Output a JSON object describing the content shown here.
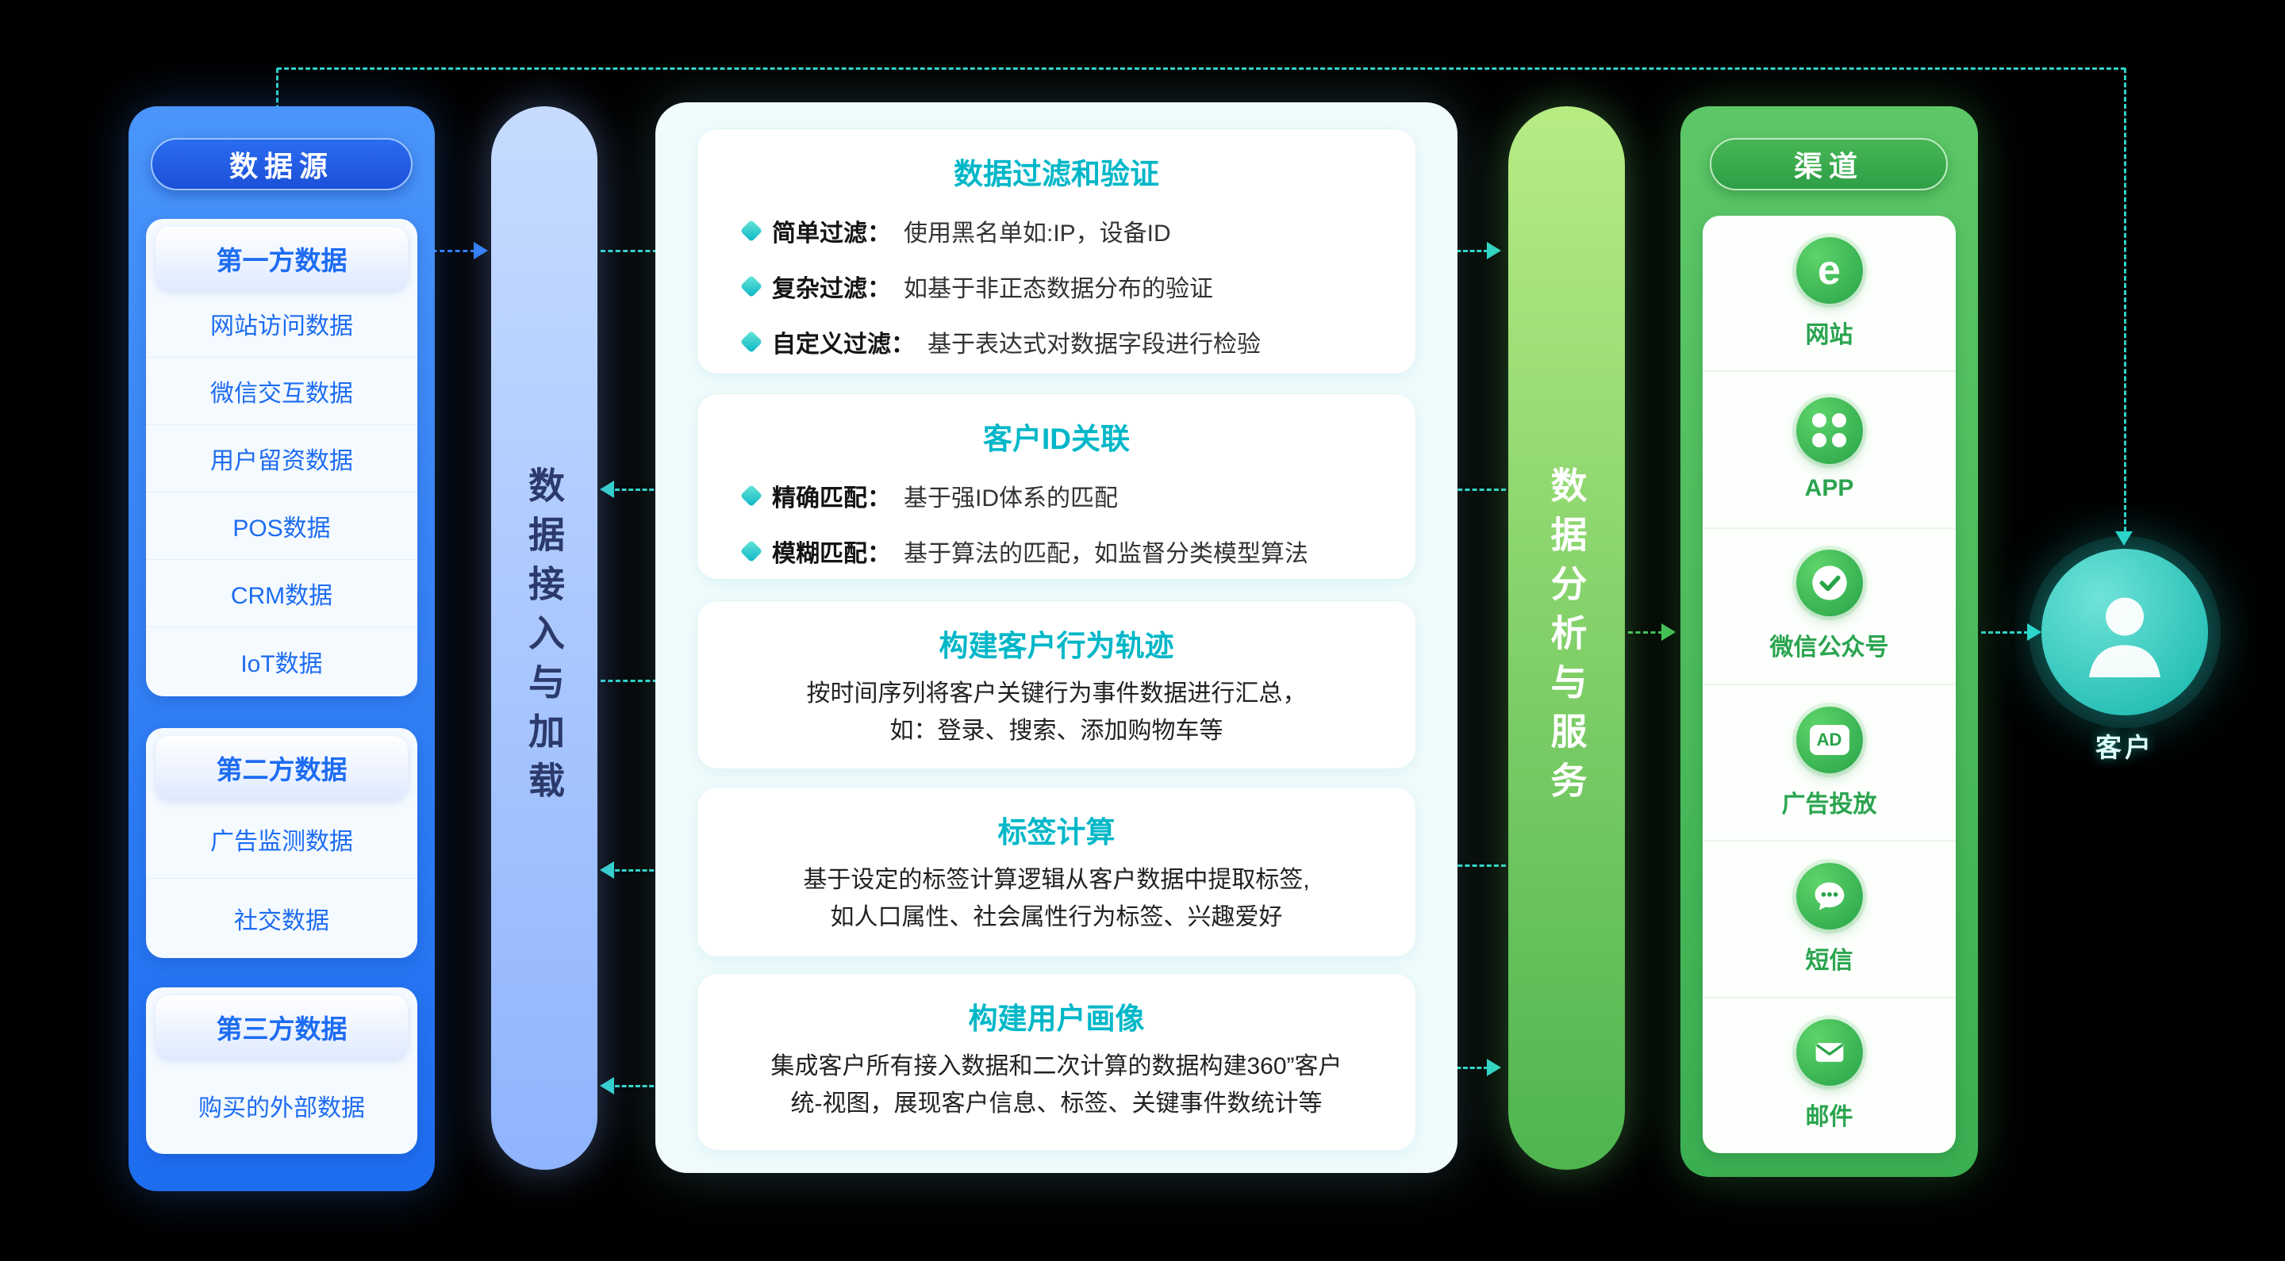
{
  "colors": {
    "blue": "#1e6df0",
    "teal": "#2ed3c8",
    "green": "#3cae52"
  },
  "data_sources": {
    "title": "数据源",
    "groups": [
      {
        "title": "第一方数据",
        "items": [
          "网站访问数据",
          "微信交互数据",
          "用户留资数据",
          "POS数据",
          "CRM数据",
          "IoT数据"
        ]
      },
      {
        "title": "第二方数据",
        "items": [
          "广告监测数据",
          "社交数据"
        ]
      },
      {
        "title": "第三方数据",
        "items": [
          "购买的外部数据"
        ]
      }
    ]
  },
  "ingest_bar": {
    "label": "数据接入与加载"
  },
  "processing": {
    "cards": [
      {
        "title": "数据过滤和验证",
        "bullets": [
          {
            "label": "简单过滤：",
            "text": "使用黑名单如:IP，设备ID"
          },
          {
            "label": "复杂过滤：",
            "text": "如基于非正态数据分布的验证"
          },
          {
            "label": "自定义过滤：",
            "text": "基于表达式对数据字段进行检验"
          }
        ]
      },
      {
        "title": "客户ID关联",
        "bullets": [
          {
            "label": "精确匹配：",
            "text": "基于强ID体系的匹配"
          },
          {
            "label": "模糊匹配：",
            "text": "基于算法的匹配，如监督分类模型算法"
          }
        ]
      },
      {
        "title": "构建客户行为轨迹",
        "lines": [
          "按时间序列将客户关键行为事件数据进行汇总，",
          "如：登录、搜索、添加购物车等"
        ]
      },
      {
        "title": "标签计算",
        "lines": [
          "基于设定的标签计算逻辑从客户数据中提取标签,",
          "如人口属性、社会属性行为标签、兴趣爱好"
        ]
      },
      {
        "title": "构建用户画像",
        "lines": [
          "集成客户所有接入数据和二次计算的数据构建360”客户",
          "统-视图，展现客户信息、标签、关键事件数统计等"
        ]
      }
    ]
  },
  "analysis_bar": {
    "label": "数据分析与服务"
  },
  "channels": {
    "title": "渠道",
    "items": [
      {
        "label": "网站",
        "icon": "browser-e-icon"
      },
      {
        "label": "APP",
        "icon": "app-grid-icon"
      },
      {
        "label": "微信公众号",
        "icon": "wechat-official-badge-icon"
      },
      {
        "label": "广告投放",
        "icon": "ad-icon",
        "icon_text": "AD"
      },
      {
        "label": "短信",
        "icon": "sms-chat-icon"
      },
      {
        "label": "邮件",
        "icon": "mail-icon"
      }
    ]
  },
  "customer": {
    "label": "客户"
  }
}
